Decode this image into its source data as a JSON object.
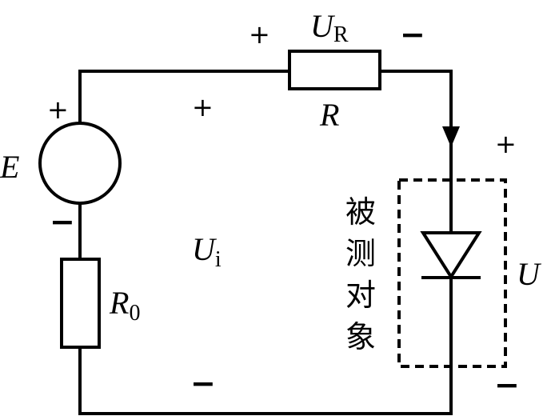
{
  "circuit": {
    "source": {
      "symbol": "E",
      "plus": "+",
      "minus": "−"
    },
    "internal_resistor": {
      "symbol": "R",
      "subscript": "0"
    },
    "resistor": {
      "symbol": "R"
    },
    "resistor_voltage": {
      "symbol": "U",
      "subscript": "R",
      "plus": "+",
      "minus": "−"
    },
    "input_voltage": {
      "symbol": "U",
      "subscript": "i",
      "plus": "+",
      "minus": "−"
    },
    "dut": {
      "label_chars": [
        "被",
        "测",
        "对",
        "象"
      ]
    },
    "dut_voltage": {
      "symbol": "U",
      "plus": "+",
      "minus": "−"
    }
  }
}
